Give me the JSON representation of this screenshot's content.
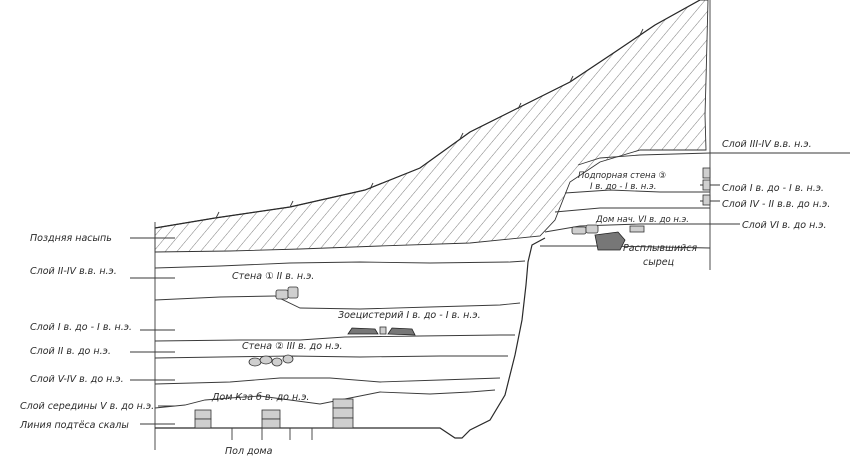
{
  "left_labels": [
    {
      "id": "late_fill",
      "text": "Поздняя насыпь"
    },
    {
      "id": "layer_2_4",
      "text": "Слой  II-IV в.в. н.э."
    },
    {
      "id": "layer_1bc_1ad",
      "text": "Слой  I в. до - I в. н.э."
    },
    {
      "id": "layer_2bc",
      "text": "Слой  II в. до н.э."
    },
    {
      "id": "layer_5_4bc",
      "text": "Слой  V-IV в. до н.э."
    },
    {
      "id": "layer_mid5",
      "text": "Слой  середины  V в. до н.э."
    },
    {
      "id": "rock_line",
      "text": "Линия  подтёса  скалы"
    }
  ],
  "right_labels": [
    {
      "id": "r_layer_3_4",
      "text": "Слой  III-IV  в.в. н.э."
    },
    {
      "id": "r_layer_1bc",
      "text": "Слой  I в. до - I в. н.э."
    },
    {
      "id": "r_layer_4_2",
      "text": "Слой  IV - II в.в. до н.э."
    },
    {
      "id": "r_layer_6",
      "text": "Слой  VI в. до н.э."
    }
  ],
  "inner_labels": [
    {
      "id": "wall1",
      "text": "Стена  ①  II в. н.э."
    },
    {
      "id": "cistern",
      "text": "Зоецистерий  I в. до - I в. н.э."
    },
    {
      "id": "wall2",
      "text": "Стена  ②  III в. до н.э."
    },
    {
      "id": "house_ks",
      "text": "Дом  Кза  б  в. до н.э."
    },
    {
      "id": "floor",
      "text": "Пол  дома"
    },
    {
      "id": "retaining_line1",
      "text": "Подпорная  стена  ③"
    },
    {
      "id": "retaining_line2",
      "text": "I в. до - I в. н.э."
    },
    {
      "id": "house_early",
      "text": "Дом нач. VI в. до н.э."
    },
    {
      "id": "spread_line1",
      "text": "Расплывшийся"
    },
    {
      "id": "spread_line2",
      "text": "сырец"
    }
  ]
}
